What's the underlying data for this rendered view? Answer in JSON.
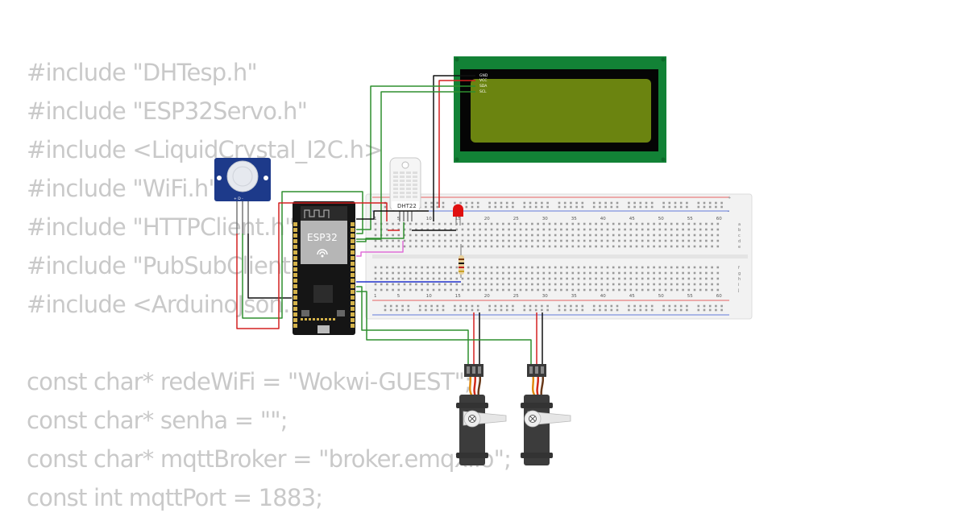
{
  "code_lines": [
    "#include \"DHTesp.h\"",
    "#include \"ESP32Servo.h\"",
    "#include <LiquidCrystal_I2C.h>",
    "#include \"WiFi.h\"",
    "#include \"HTTPClient.h\"",
    "#include \"PubSubClient.h\"",
    "#include <ArduinoJson.h>",
    "",
    "const char* redeWiFi = \"Wokwi-GUEST\";",
    "const char* senha = \"\";",
    "const char* mqttBroker = \"broker.emqx.io\";",
    "const int mqttPort = 1883;"
  ],
  "esp32": {
    "label": "ESP32"
  },
  "dht22": {
    "label": "DHT22"
  },
  "pir": {
    "pin_labels": "+ D -"
  },
  "lcd": {
    "pins": [
      "GND",
      "VCC",
      "SDA",
      "SCL"
    ]
  },
  "breadboard": {
    "numbers": [
      "1",
      "5",
      "10",
      "15",
      "20",
      "25",
      "30",
      "35",
      "40",
      "45",
      "50",
      "55",
      "60"
    ],
    "top_rows": [
      "a",
      "b",
      "c",
      "d",
      "e"
    ],
    "bottom_rows": [
      "f",
      "g",
      "h",
      "i",
      "j"
    ],
    "plus": "+",
    "minus": "-"
  },
  "colors": {
    "wire_red": "#d42020",
    "wire_black": "#111111",
    "wire_green": "#2f8f2f",
    "wire_blue": "#2233cc",
    "wire_pink": "#e070d8",
    "lcd_pcb": "#128236",
    "lcd_screen": "#6b8410",
    "servo_body": "#3c3c3c",
    "led_red": "#e01010"
  }
}
